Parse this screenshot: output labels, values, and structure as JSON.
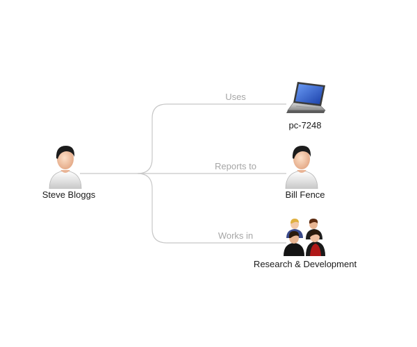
{
  "nodes": {
    "source": {
      "label": "Steve Bloggs",
      "icon": "person-icon"
    },
    "laptop": {
      "label": "pc-7248",
      "icon": "laptop-icon"
    },
    "manager": {
      "label": "Bill Fence",
      "icon": "person-icon"
    },
    "group": {
      "label": "Research & Development",
      "icon": "group-icon"
    }
  },
  "edges": [
    {
      "label": "Uses",
      "target": "laptop"
    },
    {
      "label": "Reports to",
      "target": "manager"
    },
    {
      "label": "Works in",
      "target": "group"
    }
  ],
  "colors": {
    "connector": "#c8c8c8",
    "edge_label": "#a6a6a6",
    "node_label": "#1a1a1a",
    "hair": "#1c1c1c",
    "skin": "#f2c4a4",
    "shirt": "#e6e6e6",
    "laptop_screen": "#2a5bd7"
  }
}
